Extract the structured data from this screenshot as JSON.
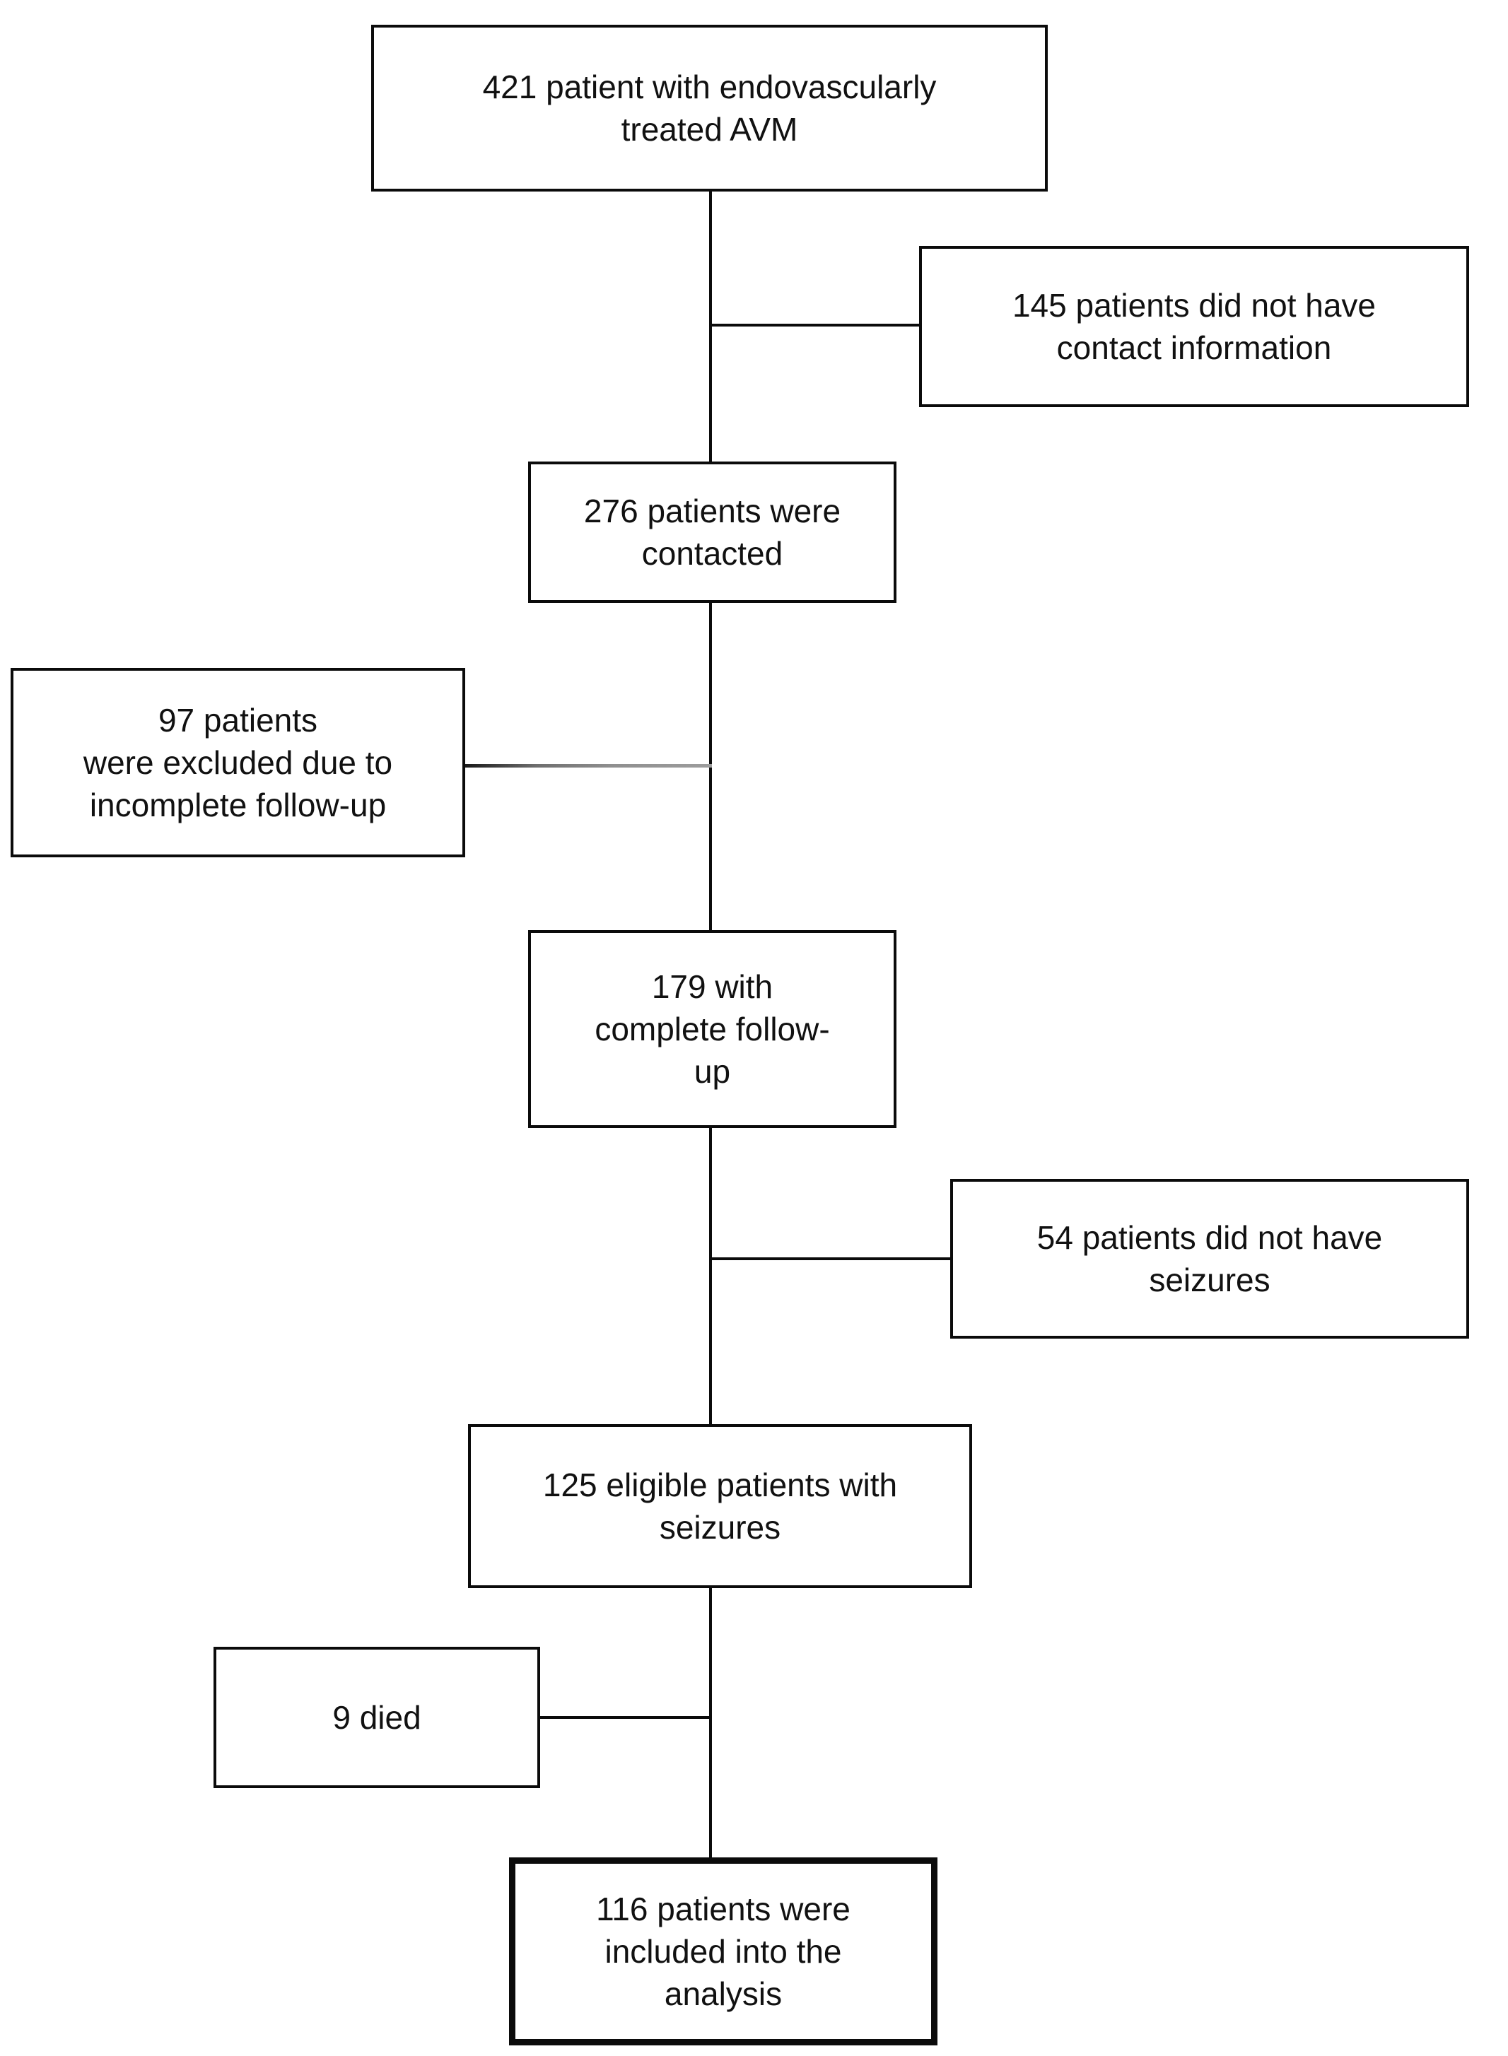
{
  "diagram": {
    "type": "flowchart",
    "colors": {
      "background": "#ffffff",
      "box_border": "#0b0b0b",
      "text": "#111111",
      "connector": "#0b0b0b",
      "excluded_connector_gray": "#9d9d9d"
    },
    "nodes": {
      "total": {
        "lines": [
          "421 patient with endovascularly",
          "treated AVM"
        ]
      },
      "nocontact": {
        "lines": [
          "145 patients did not have",
          "contact information"
        ]
      },
      "contacted": {
        "lines": [
          "276 patients were",
          "contacted"
        ]
      },
      "excluded": {
        "lines": [
          "97 patients",
          "were excluded due to",
          "incomplete follow-up"
        ]
      },
      "followup": {
        "lines": [
          "179 with",
          "complete follow-",
          "up"
        ]
      },
      "noseizure": {
        "lines": [
          "54 patients did not have",
          "seizures"
        ]
      },
      "eligible": {
        "lines": [
          "125 eligible patients with",
          "seizures"
        ]
      },
      "died": {
        "lines": [
          "9 died"
        ]
      },
      "included": {
        "lines": [
          "116 patients were",
          "included into the",
          "analysis"
        ]
      }
    }
  }
}
